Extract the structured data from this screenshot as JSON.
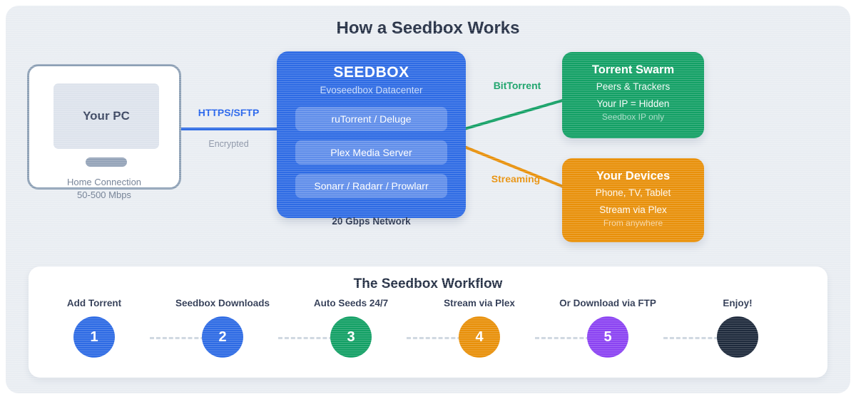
{
  "page": {
    "title": "How a Seedbox Works"
  },
  "pc": {
    "label": "Your PC",
    "caption": "Home Connection",
    "speed": "50-500 Mbps"
  },
  "home_link": {
    "label": "HTTPS/SFTP",
    "sublabel": "Encrypted"
  },
  "seedbox": {
    "title": "SEEDBOX",
    "subtitle": "Evoseedbox Datacenter",
    "services": [
      "ruTorrent / Deluge",
      "Plex Media Server",
      "Sonarr / Radarr / Prowlarr"
    ],
    "network": "20 Gbps Network"
  },
  "connections": {
    "bittorrent": "BitTorrent",
    "streaming": "Streaming"
  },
  "swarm": {
    "title": "Torrent Swarm",
    "line1": "Peers & Trackers",
    "line2": "Your IP = Hidden",
    "line3": "Seedbox IP only"
  },
  "devices": {
    "title": "Your Devices",
    "line1": "Phone, TV, Tablet",
    "line2": "Stream via Plex",
    "line3": "From anywhere"
  },
  "workflow": {
    "title": "The Seedbox Workflow",
    "steps": [
      {
        "label": "Add Torrent",
        "number": "1",
        "color": "#2e6be4"
      },
      {
        "label": "Seedbox Downloads",
        "number": "2",
        "color": "#2e6be4"
      },
      {
        "label": "Auto Seeds 24/7",
        "number": "3",
        "color": "#13a065"
      },
      {
        "label": "Stream via Plex",
        "number": "4",
        "color": "#e8900a"
      },
      {
        "label": "Or Download via FTP",
        "number": "5",
        "color": "#8b43f2"
      },
      {
        "label": "Enjoy!",
        "number": "",
        "color": "#1e2a3c"
      }
    ]
  },
  "colors": {
    "background": "#e9edf2",
    "blue": "#2e6be4",
    "green": "#13a065",
    "orange": "#e8900a",
    "purple": "#8b43f2",
    "dark_navy": "#1e2a3c",
    "title_text": "#222d42",
    "muted_text": "#6e7c91"
  }
}
